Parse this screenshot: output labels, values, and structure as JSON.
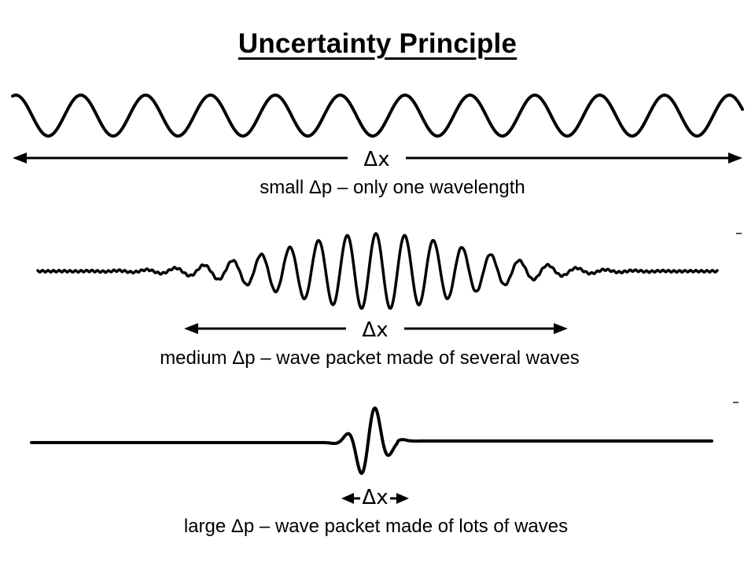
{
  "title": "Uncertainty Principle",
  "panels": [
    {
      "dx_label": "Δx",
      "caption": "small Δp – only one wavelength"
    },
    {
      "dx_label": "Δx",
      "caption": "medium Δp – wave packet made of several waves"
    },
    {
      "dx_label": "Δx",
      "caption": "large Δp – wave packet made of lots of waves"
    }
  ]
}
